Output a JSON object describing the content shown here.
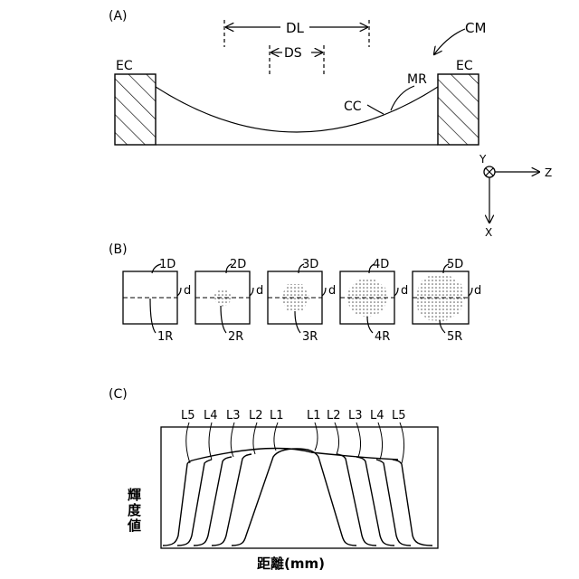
{
  "panel_a": {
    "label": "(A)",
    "dl": "DL",
    "ds": "DS",
    "cm": "CM",
    "ec_left": "EC",
    "ec_right": "EC",
    "mr": "MR",
    "cc": "CC",
    "axes": {
      "y": "Y",
      "z": "Z",
      "x": "X"
    }
  },
  "panel_b": {
    "label": "(B)",
    "d_label": "d",
    "squares": [
      {
        "top": "1D",
        "bottom": "1R",
        "spot": 0
      },
      {
        "top": "2D",
        "bottom": "2R",
        "spot": 1
      },
      {
        "top": "3D",
        "bottom": "3R",
        "spot": 2
      },
      {
        "top": "4D",
        "bottom": "4R",
        "spot": 3
      },
      {
        "top": "5D",
        "bottom": "5R",
        "spot": 4
      }
    ]
  },
  "panel_c": {
    "label": "(C)",
    "left_labels": [
      "L5",
      "L4",
      "L3",
      "L2",
      "L1"
    ],
    "right_labels": [
      "L1",
      "L2",
      "L3",
      "L4",
      "L5"
    ],
    "ylabel": "輝度値",
    "xlabel": "距離(mm)"
  }
}
